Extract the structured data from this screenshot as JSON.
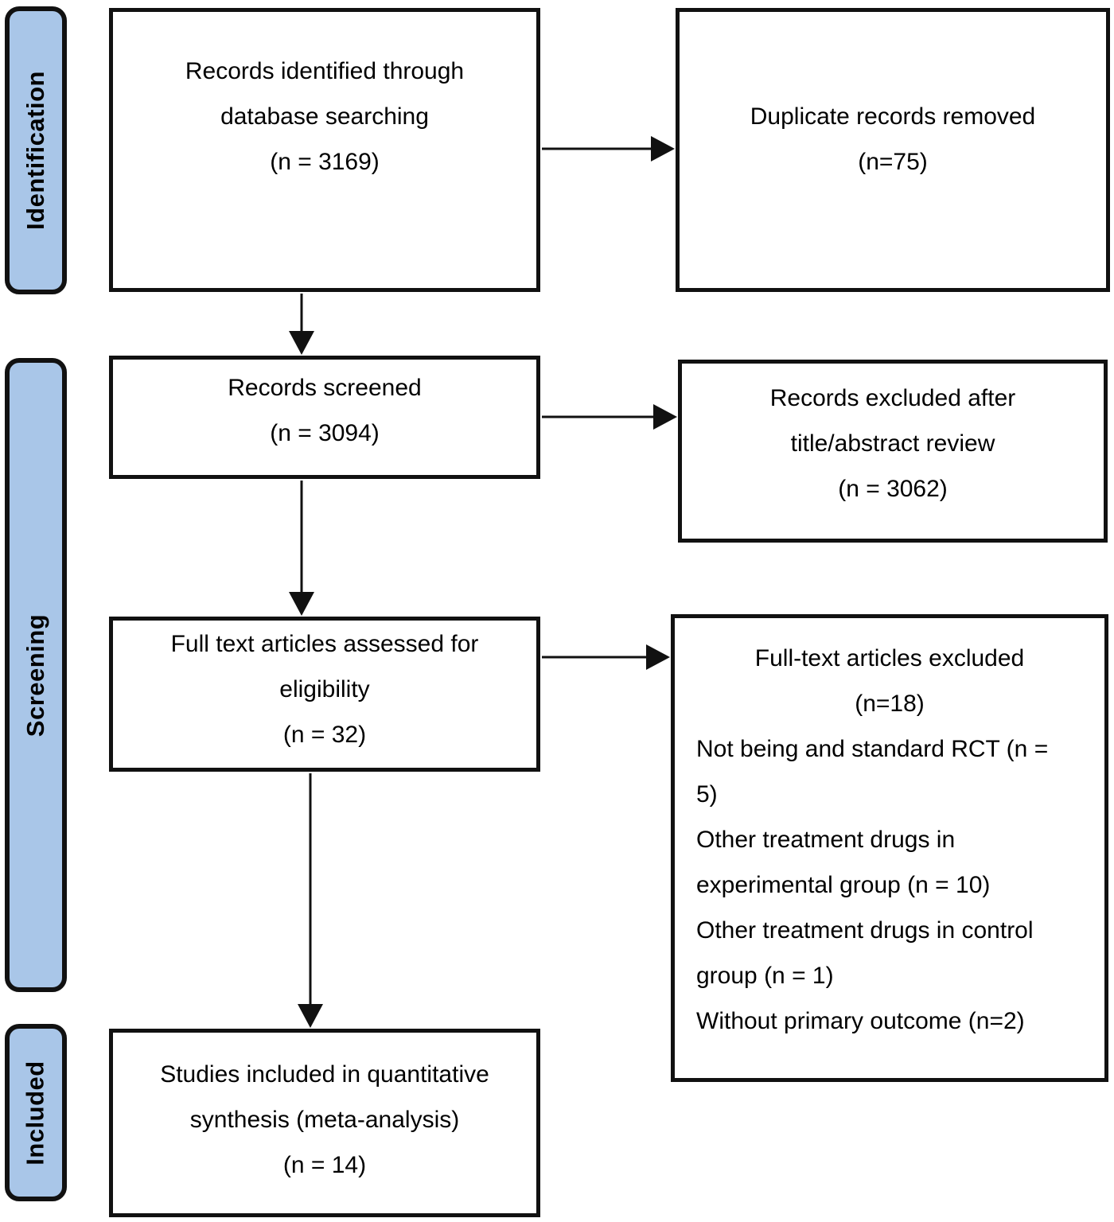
{
  "diagram": {
    "type": "prisma-flow",
    "colors": {
      "stage_fill": "#a9c6e8",
      "line": "#111111",
      "background": "#ffffff",
      "text": "#000000"
    },
    "stages": [
      {
        "label": "Identification"
      },
      {
        "label": "Screening"
      },
      {
        "label": "Included"
      }
    ],
    "boxes": {
      "identified": {
        "lines": [
          "Records identified through",
          "database searching",
          "(n = 3169)"
        ]
      },
      "duplicates": {
        "lines": [
          "Duplicate records removed",
          "(n=75)"
        ]
      },
      "screened": {
        "lines": [
          "Records screened",
          "(n = 3094)"
        ]
      },
      "excluded_title_abstract": {
        "lines": [
          "Records excluded after",
          "title/abstract review",
          "(n = 3062)"
        ]
      },
      "fulltext_assessed": {
        "lines": [
          "Full text articles assessed for",
          "eligibility",
          "(n = 32)"
        ]
      },
      "fulltext_excluded": {
        "heading": [
          "Full-text articles excluded",
          "(n=18)"
        ],
        "body": [
          "Not being and standard RCT (n =",
          "5)",
          "Other treatment drugs in",
          "experimental group (n = 10)",
          "Other treatment drugs in control",
          "group (n = 1)",
          "Without primary outcome (n=2)"
        ]
      },
      "included_studies": {
        "lines": [
          "Studies included in quantitative",
          "synthesis (meta-analysis)",
          "(n = 14)"
        ]
      }
    }
  }
}
